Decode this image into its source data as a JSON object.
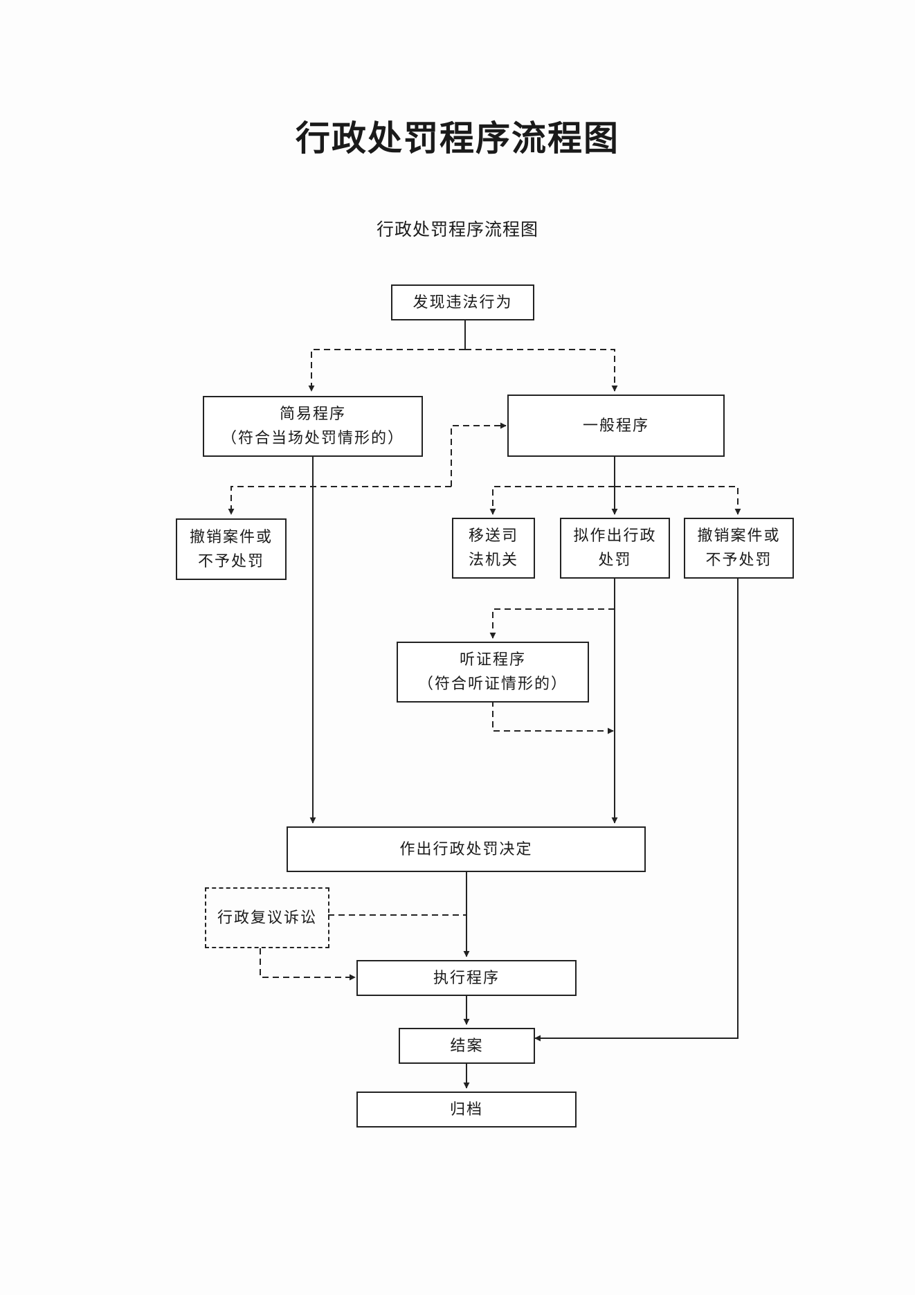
{
  "document": {
    "title": "行政处罚程序流程图",
    "subtitle": "行政处罚程序流程图"
  },
  "nodes": {
    "discover": {
      "lines": [
        "发现违法行为"
      ]
    },
    "simple": {
      "lines": [
        "简易程序",
        "（符合当场处罚情形的）"
      ]
    },
    "general": {
      "lines": [
        "一般程序"
      ]
    },
    "revoke_left": {
      "lines": [
        "撤销案件或",
        "不予处罚"
      ]
    },
    "transfer": {
      "lines": [
        "移送司",
        "法机关"
      ]
    },
    "propose": {
      "lines": [
        "拟作出行政",
        "处罚"
      ]
    },
    "revoke_right": {
      "lines": [
        "撤销案件或",
        "不予处罚"
      ]
    },
    "hearing": {
      "lines": [
        "听证程序",
        "（符合听证情形的）"
      ]
    },
    "decision": {
      "lines": [
        "作出行政处罚决定"
      ]
    },
    "review": {
      "lines": [
        "行政复议诉讼"
      ]
    },
    "execute": {
      "lines": [
        "执行程序"
      ]
    },
    "close": {
      "lines": [
        "结案"
      ]
    },
    "archive": {
      "lines": [
        "归档"
      ]
    }
  },
  "edges": [
    {
      "from": "discover",
      "to": "simple",
      "style": "dashed"
    },
    {
      "from": "discover",
      "to": "general",
      "style": "dashed"
    },
    {
      "from": "simple",
      "to": "revoke_left",
      "style": "dashed"
    },
    {
      "from": "simple",
      "to": "general",
      "style": "dashed"
    },
    {
      "from": "simple",
      "to": "decision",
      "style": "solid"
    },
    {
      "from": "general",
      "to": "transfer",
      "style": "dashed"
    },
    {
      "from": "general",
      "to": "propose",
      "style": "solid"
    },
    {
      "from": "general",
      "to": "revoke_right",
      "style": "dashed"
    },
    {
      "from": "propose",
      "to": "hearing",
      "style": "dashed"
    },
    {
      "from": "hearing",
      "to": "decision",
      "style": "dashed"
    },
    {
      "from": "propose",
      "to": "decision",
      "style": "solid"
    },
    {
      "from": "decision",
      "to": "execute",
      "style": "solid"
    },
    {
      "from": "review",
      "to": "decision",
      "style": "dashed"
    },
    {
      "from": "review",
      "to": "execute",
      "style": "dashed"
    },
    {
      "from": "execute",
      "to": "close",
      "style": "solid"
    },
    {
      "from": "revoke_right",
      "to": "close",
      "style": "solid"
    },
    {
      "from": "close",
      "to": "archive",
      "style": "solid"
    }
  ]
}
